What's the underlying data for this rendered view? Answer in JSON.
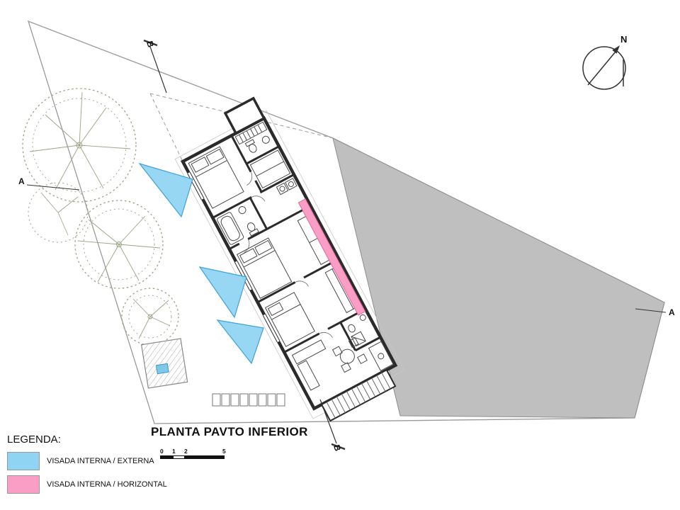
{
  "title": "PLANTA PAVTO INFERIOR",
  "legend": {
    "heading": "LEGENDA:",
    "items": [
      {
        "label": "VISADA INTERNA / EXTERNA",
        "color": "#8FD4F3"
      },
      {
        "label": "VISADA INTERNA / HORIZONTAL",
        "color": "#FB9EC6"
      }
    ]
  },
  "compass": {
    "north_label": "N"
  },
  "section_markers": {
    "top": "B",
    "bottom": "B",
    "left": "A",
    "right": "A"
  },
  "scale_bar": {
    "ticks": [
      "0",
      "1",
      "2",
      "5"
    ]
  },
  "colors": {
    "terrain_fill": "#BFBFBF",
    "view_external_fill": "#8FD4F3",
    "view_external_stroke": "#2E9BD6",
    "view_horizontal_fill": "#FB9EC6",
    "view_horizontal_stroke": "#E3679F",
    "wall": "#2B2B2B",
    "tree": "#9AA383"
  }
}
